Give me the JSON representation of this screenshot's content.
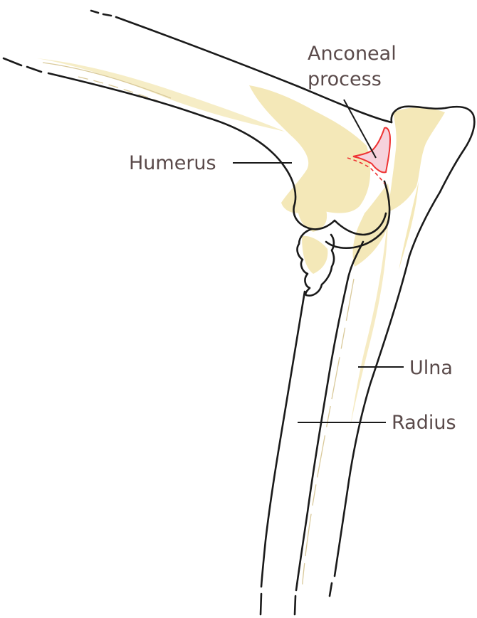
{
  "labels": {
    "anconeal_line1": "Anconeal",
    "anconeal_line2": "process",
    "humerus": "Humerus",
    "ulna": "Ulna",
    "radius": "Radius"
  },
  "colors": {
    "outline": "#1a1a1a",
    "bone_shade": "#f4e8b8",
    "label_text": "#5a4a4a",
    "leader": "#1a1a1a",
    "highlight_stroke": "#ee3333",
    "highlight_fill": "#f6d2dc"
  }
}
